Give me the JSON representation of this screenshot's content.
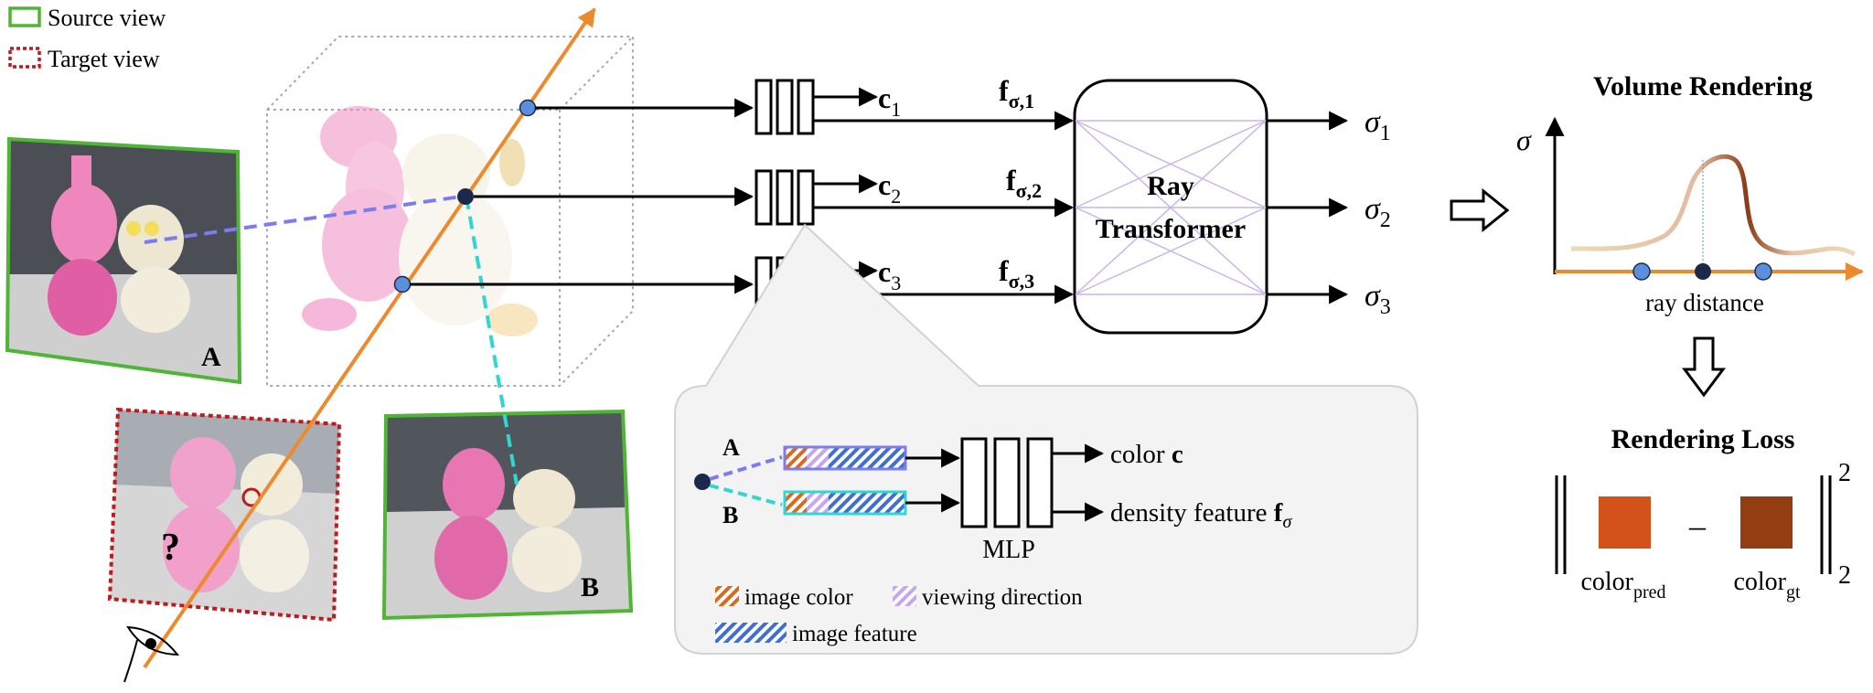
{
  "legend": {
    "source_view": "Source view",
    "target_view": "Target view"
  },
  "views": {
    "a_label": "A",
    "b_label": "B"
  },
  "branch_outputs": [
    {
      "c": "c",
      "c_sub": "1",
      "f": "f",
      "f_sub": "σ,1"
    },
    {
      "c": "c",
      "c_sub": "2",
      "f": "f",
      "f_sub": "σ,2"
    },
    {
      "c": "c",
      "c_sub": "3",
      "f": "f",
      "f_sub": "σ,3"
    }
  ],
  "ray_transformer": {
    "line1": "Ray",
    "line2": "Transformer"
  },
  "sigma_outputs": [
    {
      "sym": "σ",
      "sub": "1"
    },
    {
      "sym": "σ",
      "sub": "2"
    },
    {
      "sym": "σ",
      "sub": "3"
    }
  ],
  "detail": {
    "a_label": "A",
    "b_label": "B",
    "mlp": "MLP",
    "out_color_text": "color ",
    "out_color_sym": "c",
    "out_density_text": "density feature ",
    "out_density_sym": "f",
    "out_density_sub": "σ",
    "legend_image_color": "image color",
    "legend_viewing_direction": "viewing direction",
    "legend_image_feature": "image feature"
  },
  "volume_rendering": {
    "title": "Volume Rendering",
    "y_axis": "σ",
    "x_axis": "ray distance"
  },
  "rendering_loss": {
    "title": "Rendering Loss",
    "minus": "–",
    "pred": "color",
    "pred_sub": "pred",
    "gt": "color",
    "gt_sub": "gt",
    "sup": "2",
    "sub": "2",
    "pred_color": "#d2521a",
    "gt_color": "#943c12"
  },
  "colors": {
    "source_border": "#4fb534",
    "target_border": "#c0191e",
    "ray": "#ee8a2e",
    "cyan": "#2fd6d2",
    "violet": "#7b7cf0",
    "point_light": "#5b8fde",
    "point_dark": "#1b2a4a"
  }
}
